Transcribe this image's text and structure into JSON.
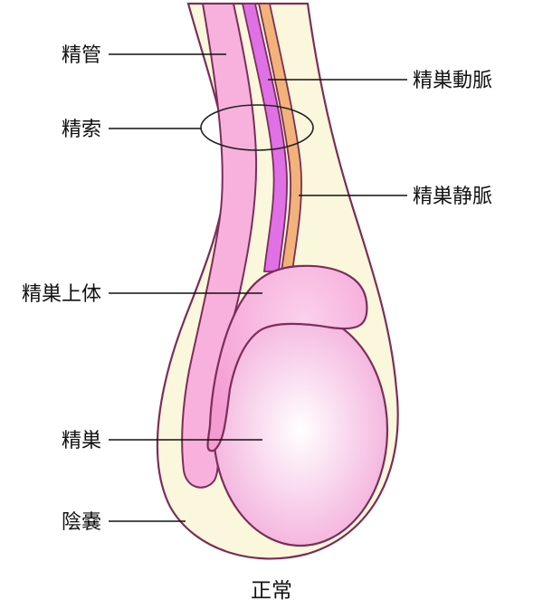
{
  "labels": {
    "vas_deferens": "精管",
    "spermatic_cord": "精索",
    "epididymis": "精巣上体",
    "testis": "精巣",
    "scrotum": "陰嚢",
    "testicular_artery": "精巣動脈",
    "testicular_vein": "精巣静脈"
  },
  "caption": "正常",
  "colors": {
    "scrotum_fill": "#fbf7dc",
    "outline": "#7a2e5a",
    "vas_fill": "#f7b1dc",
    "artery_fill": "#e070e6",
    "vein_fill": "#f2b27a",
    "epididymis_fill": "#f49bd2",
    "testis_center": "#ffffff",
    "testis_edge": "#f2a6d8"
  }
}
